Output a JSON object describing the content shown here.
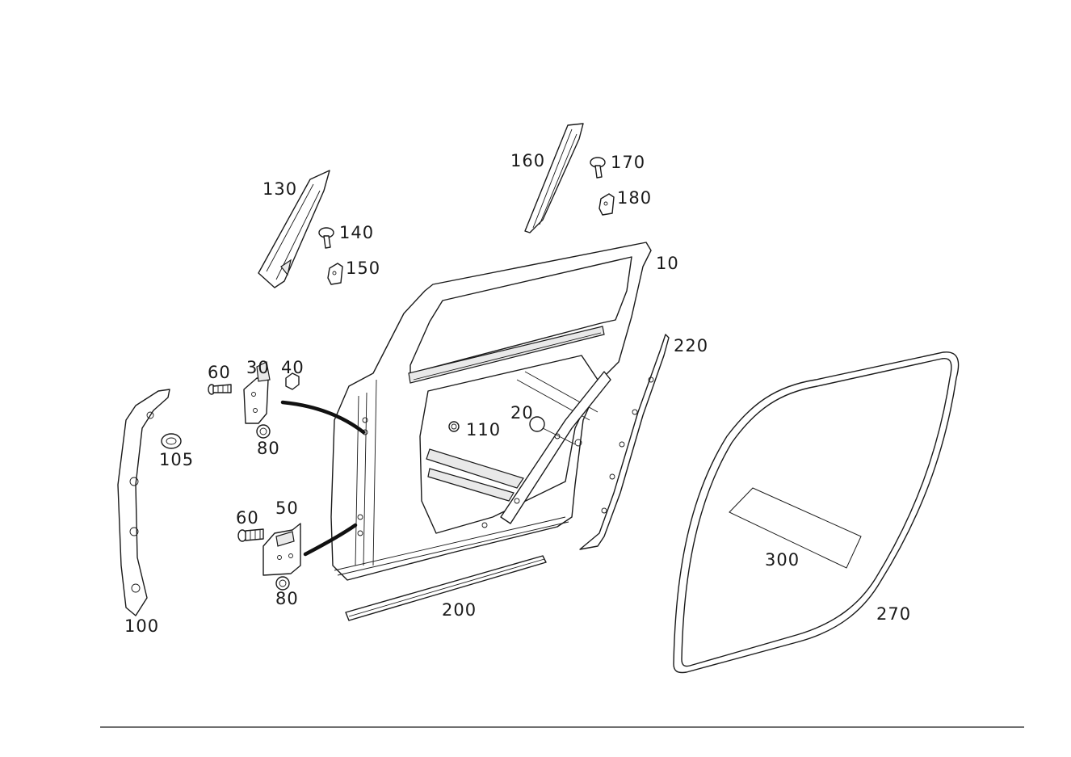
{
  "diagram": {
    "callouts": {
      "door_shell": "10",
      "plug": "20",
      "upper_hinge": "30",
      "nut_upper": "40",
      "lower_hinge": "50",
      "bolt_upper": "60",
      "bolt_lower": "60",
      "hinge_nut_upper": "80",
      "hinge_nut_lower": "80",
      "pillar_trim_lower": "100",
      "clip_105": "105",
      "grommet_110": "110",
      "pillar_trim_front": "130",
      "clip_140": "140",
      "bracket_150": "150",
      "pillar_trim_rear": "160",
      "clip_170": "170",
      "bracket_180": "180",
      "sill_seal": "200",
      "rear_seal_strip": "220",
      "door_seal": "270",
      "foil": "300"
    }
  }
}
